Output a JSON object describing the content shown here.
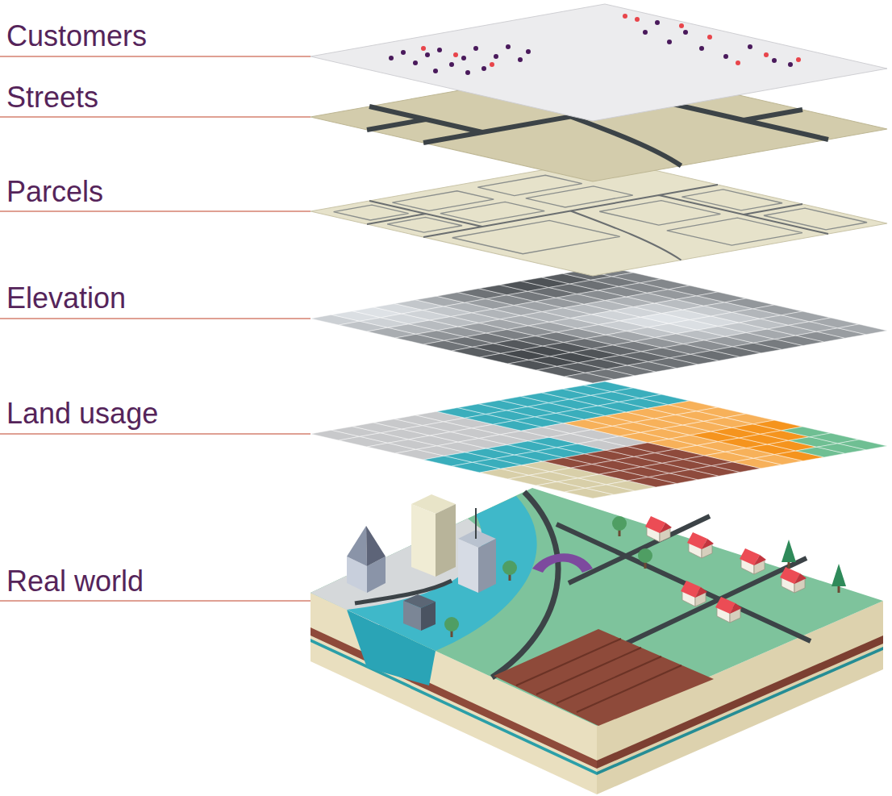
{
  "diagram": {
    "labels": [
      "Customers",
      "Streets",
      "Parcels",
      "Elevation",
      "Land usage",
      "Real world"
    ]
  }
}
